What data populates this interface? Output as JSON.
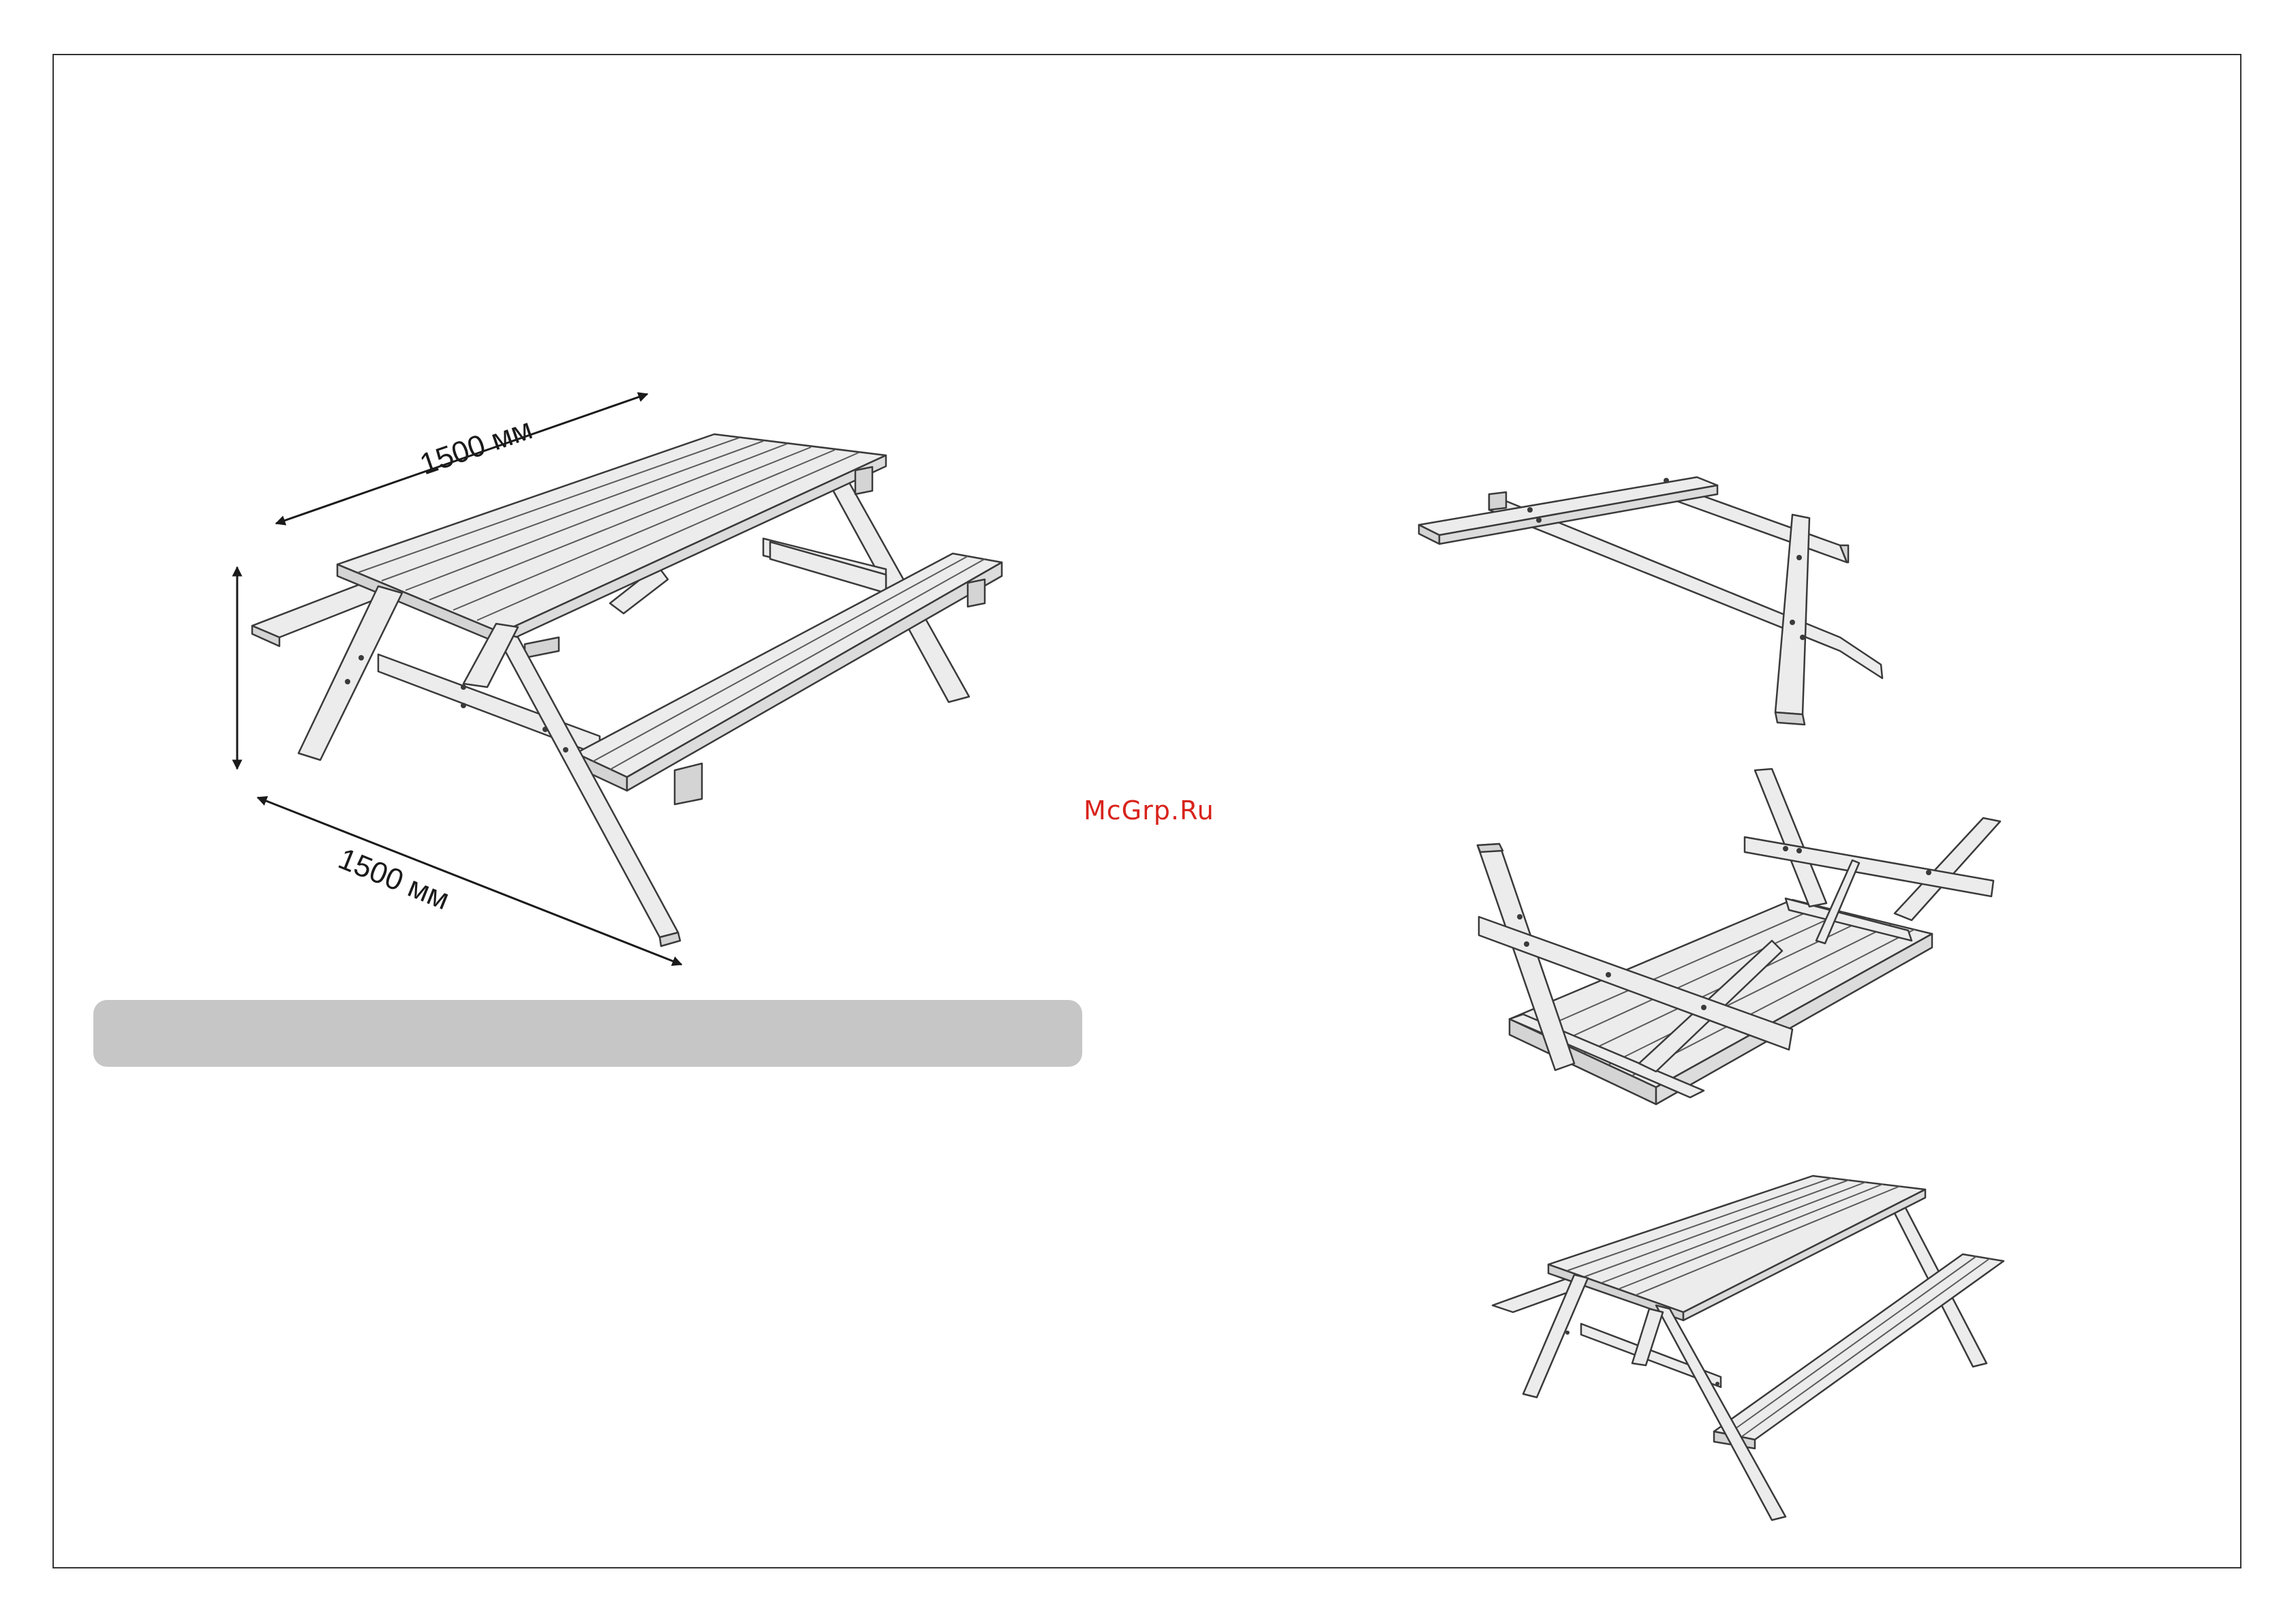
{
  "dimensions": {
    "length_label": "1500 мм",
    "width_label": "1500 мм"
  },
  "caption": {
    "text": ""
  },
  "watermark": {
    "text": "McGrp.Ru"
  },
  "colors": {
    "frame": "#333333",
    "wood_fill": "#e9e9e9",
    "wood_side": "#d4d4d4",
    "outline": "#3a3a3a",
    "caption_bar": "#c6c6c6",
    "watermark": "#d8231c"
  }
}
